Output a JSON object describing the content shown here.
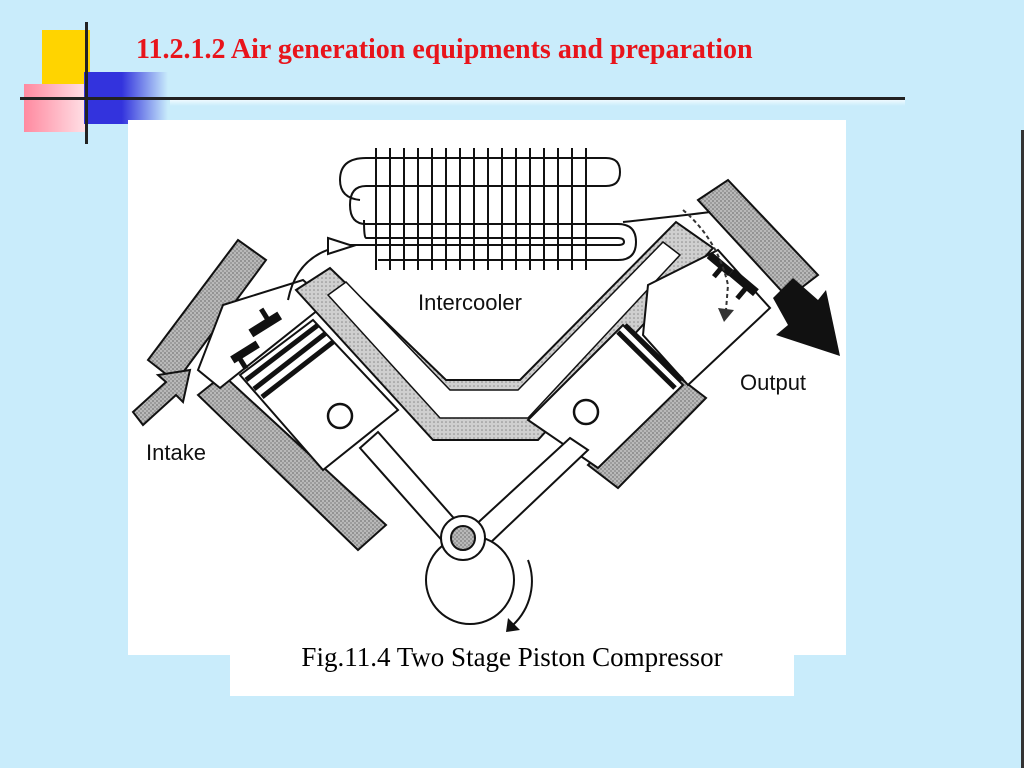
{
  "slide": {
    "title": "11.2.1.2 Air generation equipments and preparation",
    "caption": "Fig.11.4 Two Stage Piston Compressor"
  },
  "diagram": {
    "labels": {
      "intercooler": "Intercooler",
      "intake": "Intake",
      "output": "Output"
    }
  },
  "colors": {
    "background": "#c9ecfb",
    "title": "#e8141b",
    "deco_yellow": "#ffd400",
    "deco_blue": "#3333dd",
    "deco_pink": "#ff8aa0"
  }
}
